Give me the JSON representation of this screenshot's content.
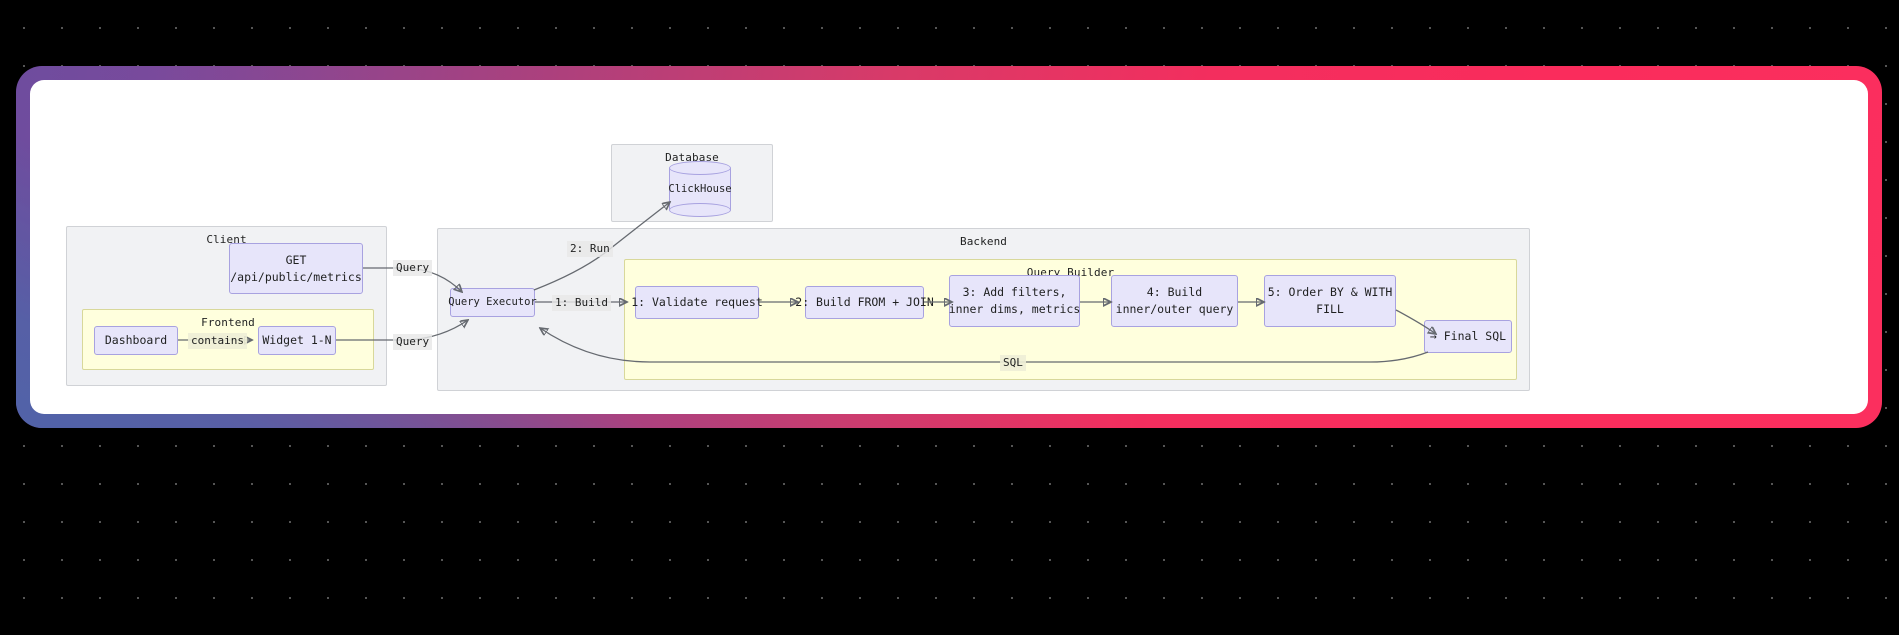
{
  "background": {
    "dot_color": "#555555",
    "canvas_color": "#000000"
  },
  "frame": {
    "gradient_start": "#6e4c9e",
    "gradient_mid": "#d93a68",
    "gradient_end": "#fb2f5e",
    "gradient_accent_blue": "#5163a8",
    "inner_color": "#ffffff"
  },
  "diagram": {
    "type": "flowchart",
    "node_fill": "#e7e5fa",
    "node_stroke": "#a8a2e0",
    "cluster_fill": "#f1f2f4",
    "cluster_yellow_fill": "#ffffdd",
    "edge_color": "#666a70"
  },
  "clusters": {
    "client": {
      "title": "Client"
    },
    "frontend": {
      "title": "Frontend"
    },
    "database": {
      "title": "Database"
    },
    "backend": {
      "title": "Backend"
    },
    "query_builder": {
      "title": "Query Builder"
    }
  },
  "nodes": {
    "api_endpoint": {
      "line1": "GET",
      "line2": "/api/public/metrics"
    },
    "dashboard": {
      "label": "Dashboard"
    },
    "widget": {
      "label": "Widget 1-N"
    },
    "clickhouse": {
      "label": "ClickHouse"
    },
    "query_executor": {
      "label": "Query Executor"
    },
    "step1": {
      "label": "1: Validate request"
    },
    "step2": {
      "label": "2: Build FROM + JOIN"
    },
    "step3": {
      "line1": "3: Add filters,",
      "line2": "inner dims, metrics"
    },
    "step4": {
      "line1": "4: Build",
      "line2": "inner/outer query"
    },
    "step5": {
      "line1": "5: Order BY & WITH",
      "line2": "FILL"
    },
    "final_sql": {
      "label": "→ Final SQL"
    }
  },
  "edge_labels": {
    "contains": "contains",
    "query_top": "Query",
    "query_bottom": "Query",
    "run": "2: Run",
    "build": "1: Build",
    "sql": "SQL"
  }
}
